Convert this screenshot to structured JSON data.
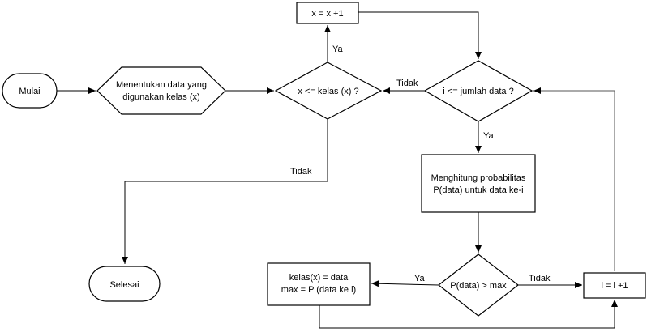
{
  "nodes": {
    "start": {
      "text": "Mulai"
    },
    "define_data": {
      "line1": "Menentukan data yang",
      "line2": "digunakan kelas (x)"
    },
    "check_class": {
      "text": "x <= kelas (x) ?"
    },
    "increment_x": {
      "text": "x = x +1"
    },
    "check_data": {
      "text": "i <= jumlah data ?"
    },
    "compute_prob": {
      "line1": "Menghitung probabilitas",
      "line2": "P(data) untuk data ke-i"
    },
    "check_max": {
      "text": "P(data) > max"
    },
    "assign": {
      "line1": "kelas(x) = data",
      "line2": "max = P (data ke i)"
    },
    "increment_i": {
      "text": "i = i +1"
    },
    "end": {
      "text": "Selesai"
    }
  },
  "edge_labels": {
    "class_yes": "Ya",
    "class_no": "Tidak",
    "data_no": "Tidak",
    "data_yes": "Ya",
    "max_yes": "Ya",
    "max_no": "Tidak"
  }
}
